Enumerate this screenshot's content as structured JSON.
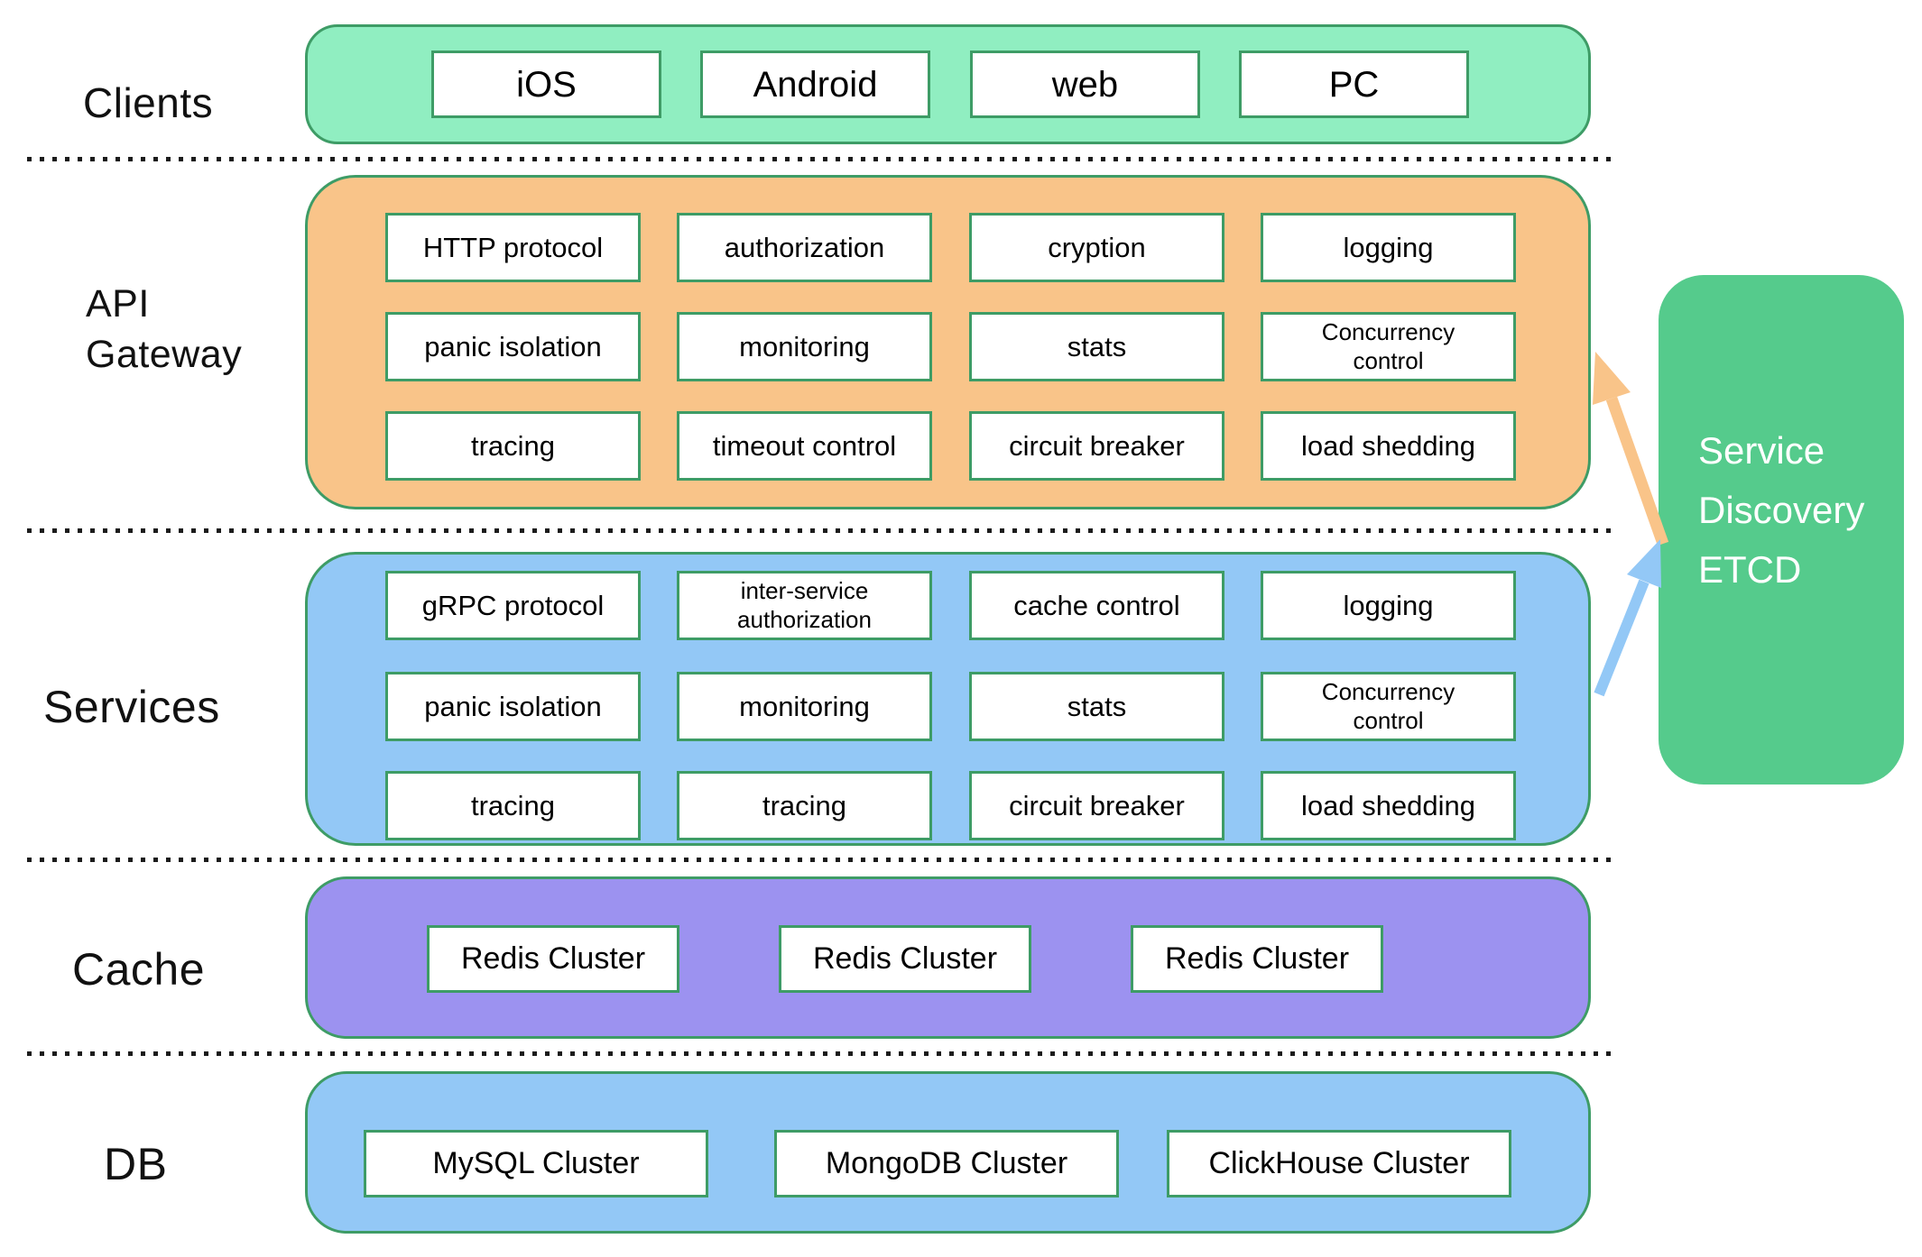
{
  "diagram": {
    "layers": [
      {
        "label": "Clients",
        "items": [
          "iOS",
          "Android",
          "web",
          "PC"
        ]
      },
      {
        "label_lines": [
          "API",
          "Gateway"
        ],
        "rows": [
          [
            "HTTP protocol",
            "authorization",
            "cryption",
            "logging"
          ],
          [
            "panic isolation",
            "monitoring",
            "stats",
            "Concurrency\ncontrol"
          ],
          [
            "tracing",
            "timeout control",
            "circuit breaker",
            "load shedding"
          ]
        ]
      },
      {
        "label": "Services",
        "rows": [
          [
            "gRPC protocol",
            "inter-service\nauthorization",
            "cache control",
            "logging"
          ],
          [
            "panic isolation",
            "monitoring",
            "stats",
            "Concurrency\ncontrol"
          ],
          [
            "tracing",
            "tracing",
            "circuit breaker",
            "load shedding"
          ]
        ]
      },
      {
        "label": "Cache",
        "items": [
          "Redis Cluster",
          "Redis Cluster",
          "Redis Cluster"
        ]
      },
      {
        "label": "DB",
        "items": [
          "MySQL Cluster",
          "MongoDB Cluster",
          "ClickHouse Cluster"
        ]
      }
    ],
    "side_panel": {
      "lines": [
        "Service",
        "Discovery",
        "ETCD"
      ]
    },
    "colors": {
      "clients_fill": "#90EEC1",
      "gateway_fill": "#F9C489",
      "services_fill": "#93C8F6",
      "cache_fill": "#9C92F0",
      "db_fill": "#93C8F6",
      "discovery_fill": "#55CB8C",
      "box_border": "#3E9C66",
      "arrow_orange": "#F9C489",
      "arrow_blue": "#93C8F6"
    }
  }
}
